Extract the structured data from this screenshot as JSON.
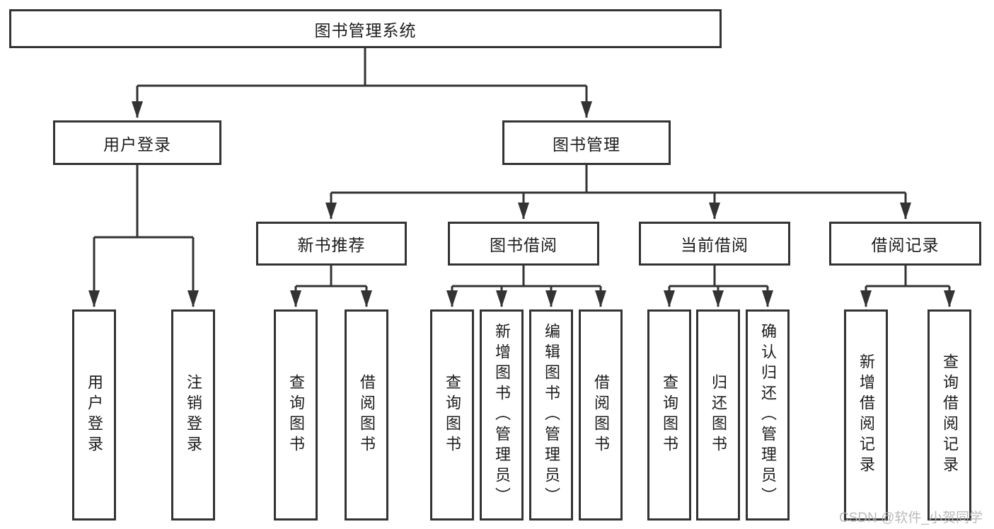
{
  "watermark": "CSDN @软件_小贺同学",
  "tree": {
    "label": "图书管理系统",
    "children": [
      {
        "label": "用户登录",
        "children": [
          {
            "label": "用户登录"
          },
          {
            "label": "注销登录"
          }
        ]
      },
      {
        "label": "图书管理",
        "children": [
          {
            "label": "新书推荐",
            "children": [
              {
                "label": "查询图书"
              },
              {
                "label": "借阅图书"
              }
            ]
          },
          {
            "label": "图书借阅",
            "children": [
              {
                "label": "查询图书"
              },
              {
                "label": "新增图书（管理员）"
              },
              {
                "label": "编辑图书（管理员）"
              },
              {
                "label": "借阅图书"
              }
            ]
          },
          {
            "label": "当前借阅",
            "children": [
              {
                "label": "查询图书"
              },
              {
                "label": "归还图书"
              },
              {
                "label": "确认归还（管理员）"
              }
            ]
          },
          {
            "label": "借阅记录",
            "children": [
              {
                "label": "新增借阅记录"
              },
              {
                "label": "查询借阅记录"
              }
            ]
          }
        ]
      }
    ]
  },
  "colors": {
    "line": "#333333",
    "box_border": "#333333",
    "box_fill": "#ffffff",
    "text": "#1c1c1c",
    "watermark": "#b3b3b3"
  }
}
